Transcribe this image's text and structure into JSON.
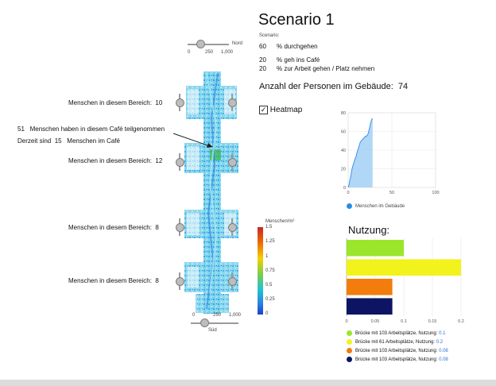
{
  "scenario": {
    "title": "Scenario 1",
    "sub": "Scenario:",
    "rows": [
      {
        "value": "60",
        "label": "% durchgehen"
      },
      {
        "value": "20",
        "label": "% geh ins Café"
      },
      {
        "value": "20",
        "label": "% zur Arbeit gehen / Platz nehmen"
      }
    ],
    "count_label": "Anzahl der Personen im Gebäude:",
    "count_value": "74",
    "heatmap_label": "Heatmap",
    "heatmap_checked": true
  },
  "sliders": {
    "top": {
      "end_label": "Nord",
      "ticks": [
        "0",
        "250",
        "1,000"
      ],
      "level": 0.28
    },
    "bottom": {
      "end_label": "Süd",
      "ticks": [
        "0",
        "250",
        "1,000"
      ],
      "level": 0.28
    }
  },
  "areas": [
    {
      "label": "Menschen in diesem Bereich:",
      "value": "10"
    },
    {
      "label": "Menschen in diesem Bereich:",
      "value": "12"
    },
    {
      "label": "Menschen in diesem Bereich:",
      "value": "8"
    },
    {
      "label": "Menschen in diesem Bereich:",
      "value": "8"
    }
  ],
  "cafe": {
    "line1_value": "51",
    "line1_text": "Menschen haben in diesem Café teilgenommen",
    "line2_prefix": "Derzeit sind",
    "line2_value": "15",
    "line2_suffix": "Menschen im Café"
  },
  "colorbar": {
    "title": "Menschen/m²",
    "ticks": [
      "1.5",
      "1.25",
      "1",
      "0.75",
      "0.5",
      "0.25",
      "0"
    ]
  },
  "chart_data": [
    {
      "type": "area",
      "title": "",
      "xlabel": "",
      "ylabel": "",
      "xlim": [
        0,
        100
      ],
      "ylim": [
        0,
        80
      ],
      "x_ticks": [
        "0",
        "50",
        "100"
      ],
      "y_ticks": [
        "0",
        "20",
        "40",
        "60",
        "80"
      ],
      "series": [
        {
          "name": "Menschen im Gebäude",
          "color": "#2b8ce6",
          "x": [
            0,
            1,
            2,
            3,
            4,
            5,
            6,
            7,
            8,
            9,
            10,
            11,
            12,
            13,
            14,
            15,
            16,
            17,
            18,
            19,
            20,
            21,
            22,
            23,
            24,
            25,
            26,
            27,
            28
          ],
          "y": [
            0,
            3,
            8,
            12,
            18,
            22,
            25,
            28,
            31,
            33,
            37,
            40,
            43,
            46,
            49,
            50,
            51,
            52,
            53,
            54,
            55,
            55,
            56,
            58,
            62,
            66,
            70,
            73,
            74
          ]
        }
      ]
    },
    {
      "type": "bar",
      "title": "Nutzung:",
      "orientation": "horizontal",
      "xlim": [
        0,
        0.2
      ],
      "x_ticks": [
        "0",
        "0.05",
        "0.1",
        "0.15",
        "0.2"
      ],
      "categories": [
        "Brücke mit 103 Arbeitsplätze, Nutzung:",
        "Brücke mit 61 Arbeitsplätze, Nutzung:",
        "Brücke mit 103 Arbeitsplätze, Nutzung:",
        "Brücke mit 103 Arbeitsplätze, Nutzung:"
      ],
      "values": [
        0.1,
        0.2,
        0.08,
        0.08
      ],
      "value_labels": [
        "0.1",
        "0.2",
        "0.08",
        "0.08"
      ],
      "colors": [
        "#9be52b",
        "#f2f21c",
        "#f27d0c",
        "#0c1463"
      ]
    }
  ]
}
